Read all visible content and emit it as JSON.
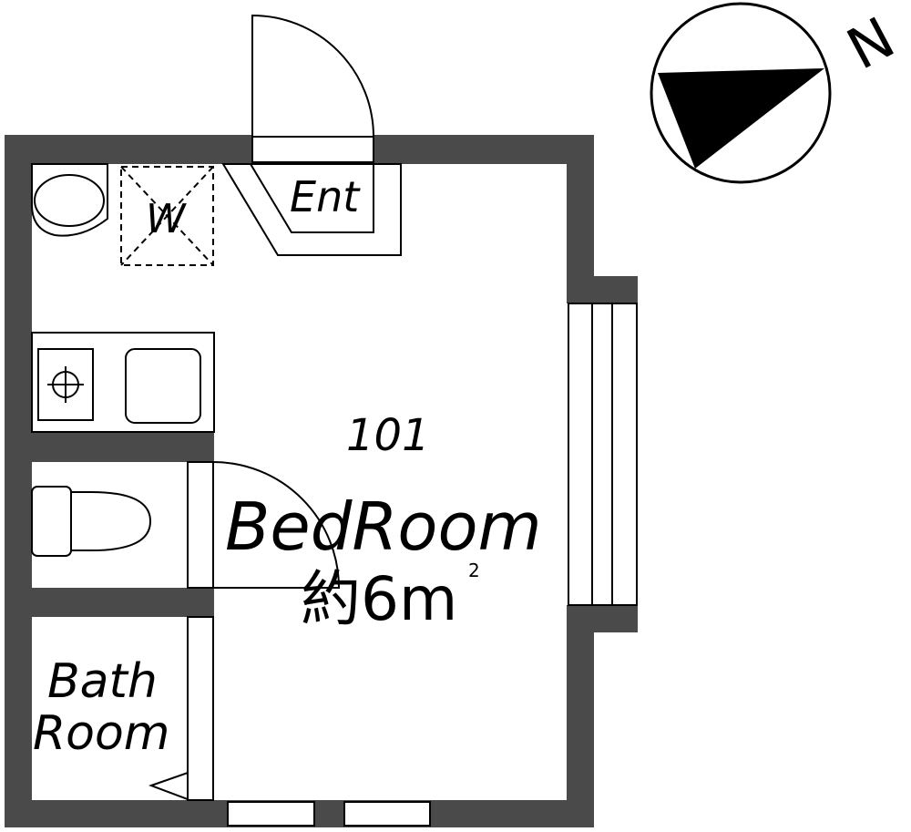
{
  "floorplan": {
    "unit_number": "101",
    "entrance_label": "Ent",
    "washer_label": "W",
    "bedroom": {
      "name": "BedRoom",
      "area_prefix": "約",
      "area_value": "6m",
      "area_unit_sup": "2"
    },
    "bathroom": {
      "line1": "Bath",
      "line2": "Room"
    },
    "compass": {
      "north_label": "N"
    }
  },
  "colors": {
    "wall": "#4a4a4a",
    "line": "#000000",
    "background": "#ffffff"
  }
}
